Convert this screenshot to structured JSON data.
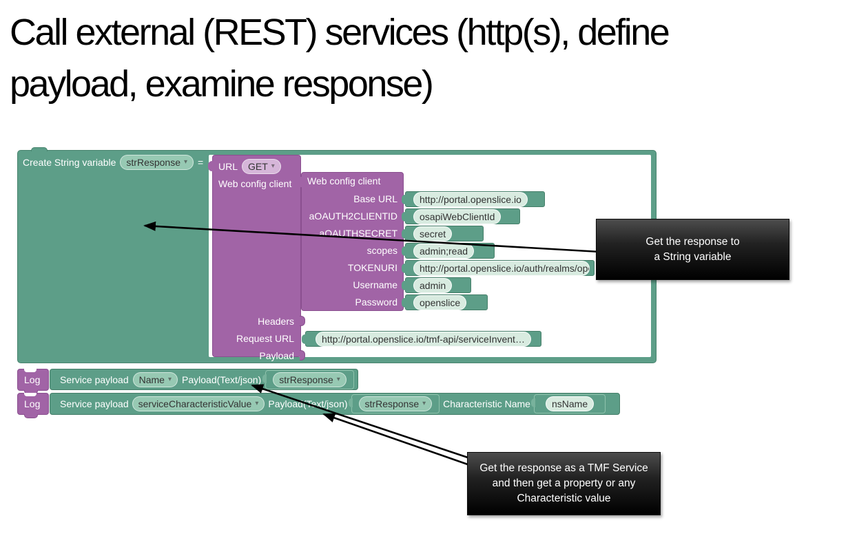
{
  "title": {
    "line1": "Call external (REST) services (http(s), define",
    "line2": "payload, examine response)"
  },
  "icons": {
    "dropdown_caret": "▾"
  },
  "colors": {
    "block_teal": "#5d9e88",
    "block_purple": "#a164a6",
    "pill_light": "#d8ebe0",
    "dropdown_teal": "#97c9b3",
    "dropdown_purple": "#d6b6d9",
    "callout_bg": "#000000",
    "callout_text": "#ffffff"
  },
  "main_block": {
    "label": "Create String variable",
    "variable_dropdown": "strResponse",
    "equals": "=",
    "url_block": {
      "label": "URL",
      "method_dropdown": "GET",
      "client_socket_label": "Web config client",
      "headers_label": "Headers",
      "request_url_label": "Request URL",
      "request_url_value": "http://portal.openslice.io/tmf-api/serviceInvent…",
      "payload_label": "Payload"
    },
    "web_config_block": {
      "title": "Web config client",
      "fields": [
        {
          "label": "Base URL",
          "value": "http://portal.openslice.io"
        },
        {
          "label": "aOAUTH2CLIENTID",
          "value": "osapiWebClientId"
        },
        {
          "label": "aOAUTHSECRET",
          "value": "secret"
        },
        {
          "label": "scopes",
          "value": "admin;read"
        },
        {
          "label": "TOKENURI",
          "value": "http://portal.openslice.io/auth/realms/ope"
        },
        {
          "label": "Username",
          "value": "admin"
        },
        {
          "label": "Password",
          "value": "openslice"
        }
      ]
    }
  },
  "log_rows": [
    {
      "stub": "Log",
      "service_payload_label": "Service payload",
      "property_dropdown": "Name",
      "payload_label": "Payload(Text/json)",
      "value_dropdown": "strResponse"
    },
    {
      "stub": "Log",
      "service_payload_label": "Service payload",
      "property_dropdown": "serviceCharacteristicValue",
      "payload_label": "Payload(Text/json)",
      "value_dropdown": "strResponse",
      "characteristic_label": "Characteristic Name",
      "characteristic_value": "nsName"
    }
  ],
  "callouts": [
    {
      "lines": [
        "Get the response to",
        "a String variable"
      ]
    },
    {
      "lines": [
        "Get the response as a TMF Service",
        "and then get a property or any",
        "Characteristic value"
      ]
    }
  ]
}
